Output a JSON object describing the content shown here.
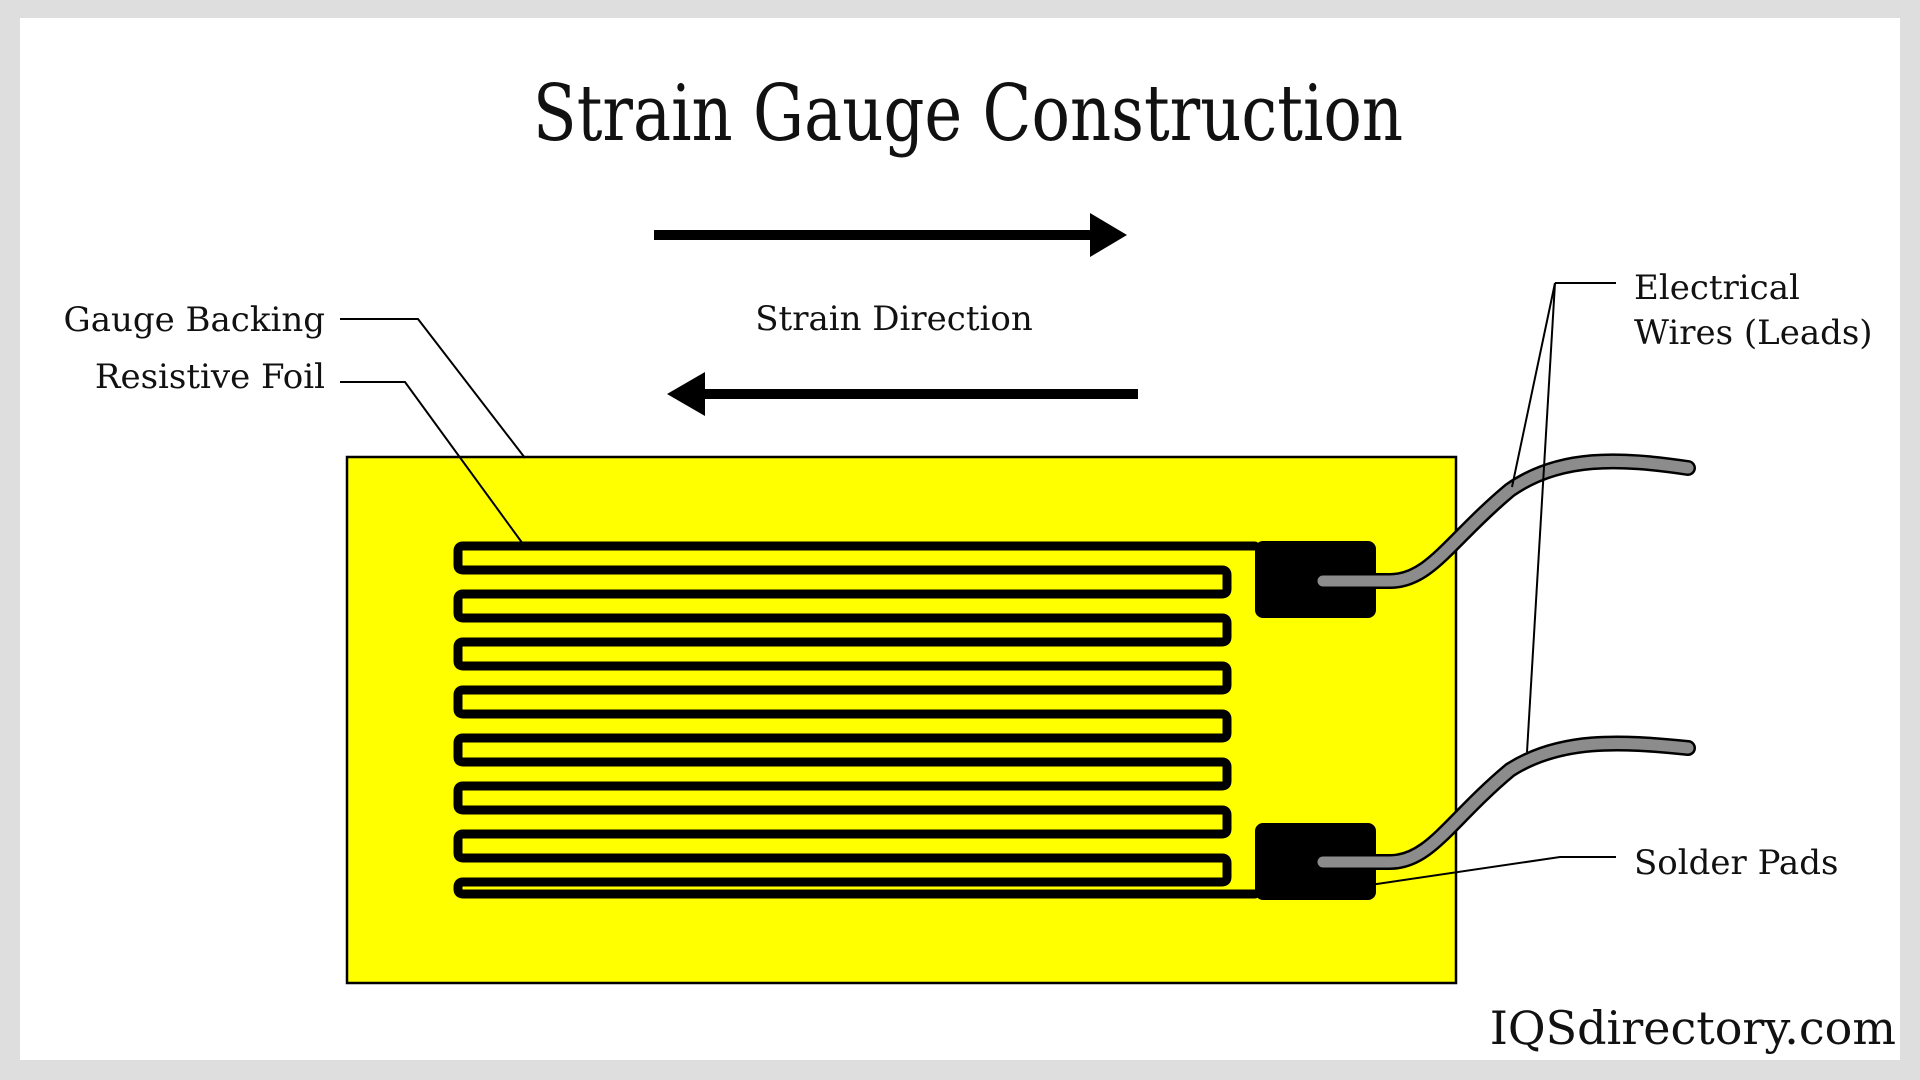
{
  "diagram": {
    "title": "Strain Gauge Construction",
    "strain_direction_label": "Strain Direction",
    "labels": {
      "gauge_backing": "Gauge Backing",
      "resistive_foil": "Resistive Foil",
      "electrical_wires_line1": "Electrical",
      "electrical_wires_line2": "Wires (Leads)",
      "solder_pads": "Solder Pads"
    },
    "watermark": "IQSdirectory.com",
    "colors": {
      "backing": "#ffff00",
      "foil": "#000000",
      "wire": "#8c8c8c",
      "background": "#ffffff"
    }
  }
}
